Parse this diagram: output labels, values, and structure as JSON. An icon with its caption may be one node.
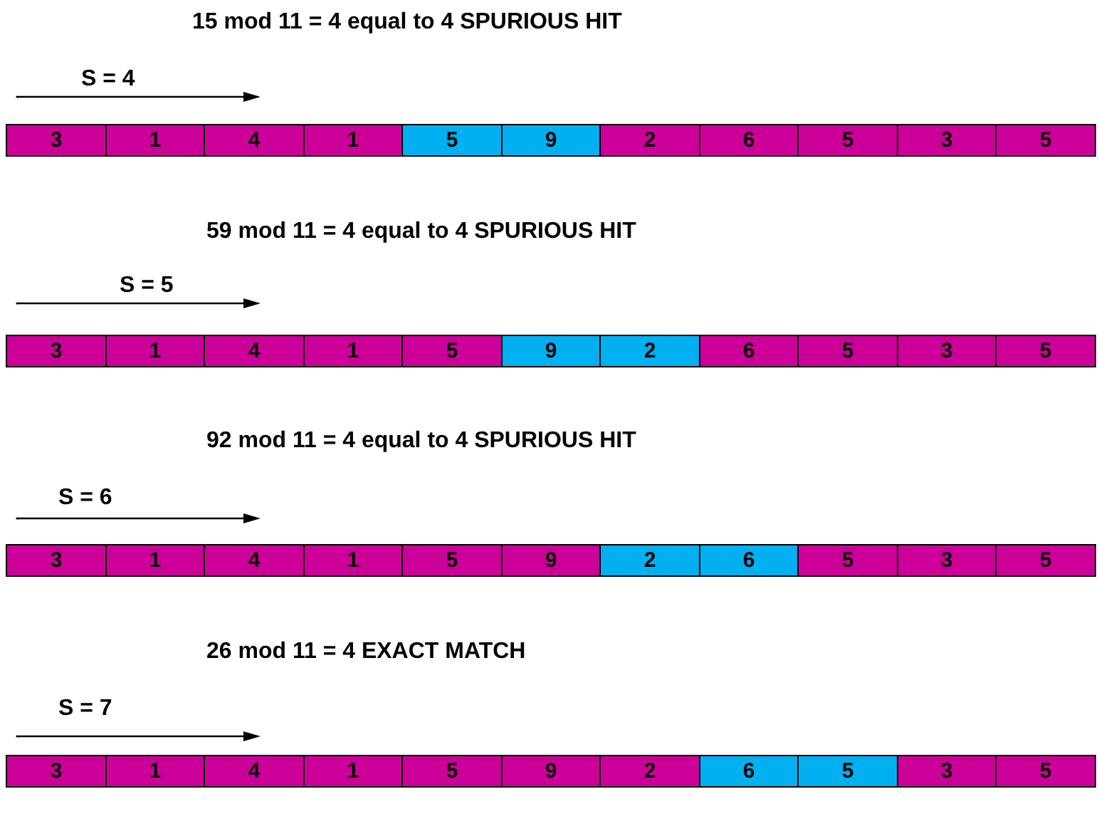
{
  "diagram": {
    "nodes": [
      {
        "text": [
          "3"
        ]
      },
      {
        "text": [
          "1"
        ]
      },
      {
        "text": [
          "4"
        ]
      },
      {
        "text": [
          "1"
        ]
      },
      {
        "text": [],
        "shape": "box"
      },
      {
        "text": [
          "5"
        ],
        "in": 4
      },
      {
        "text": [
          "9"
        ],
        "in": 4
      },
      {
        "text": [
          "2"
        ]
      },
      {
        "text": [
          "6"
        ]
      },
      {
        "text": [
          "5"
        ]
      },
      {
        "text": [
          "3"
        ]
      },
      {
        "text": [
          "5"
        ]
      },
      {
        "text": [
          "3"
        ]
      },
      {
        "text": [
          "1"
        ]
      },
      {
        "text": [
          "4"
        ]
      },
      {
        "text": [
          "1"
        ]
      },
      {
        "text": [
          "5"
        ]
      },
      {
        "text": [],
        "shape": "box"
      },
      {
        "text": [
          "9"
        ],
        "in": 17
      },
      {
        "text": [
          "2"
        ],
        "in": 17
      },
      {
        "text": [
          "6"
        ]
      },
      {
        "text": [
          "5"
        ]
      },
      {
        "text": [
          "3"
        ]
      },
      {
        "text": [
          "5"
        ]
      },
      {
        "text": [
          "3"
        ]
      },
      {
        "text": [
          "1"
        ]
      },
      {
        "text": [
          "4"
        ]
      },
      {
        "text": [
          "1"
        ]
      },
      {
        "text": [
          "5"
        ]
      },
      {
        "text": [
          "9"
        ]
      },
      {
        "text": [],
        "shape": "box"
      },
      {
        "text": [
          "2"
        ],
        "in": 30
      },
      {
        "text": [
          "6"
        ],
        "in": 30
      },
      {
        "text": [
          "5"
        ]
      },
      {
        "text": [
          "3"
        ]
      },
      {
        "text": [
          "5"
        ]
      },
      {
        "text": [
          "3"
        ]
      },
      {
        "text": [
          "1"
        ]
      },
      {
        "text": [
          "4"
        ]
      },
      {
        "text": [
          "1"
        ]
      },
      {
        "text": [
          "5"
        ]
      },
      {
        "text": [
          "9"
        ]
      },
      {
        "text": [
          "2"
        ]
      },
      {
        "text": [],
        "shape": "box"
      },
      {
        "text": [
          "6"
        ],
        "in": 43
      },
      {
        "text": [
          "5"
        ],
        "in": 43
      },
      {
        "text": [
          "3"
        ]
      },
      {
        "text": [
          "5"
        ]
      }
    ],
    "edges": [],
    "labels": [
      "15 mod 11 = 4 equal to 4 SPURIOUS HIT",
      "S = 4",
      "59 mod 11 = 4 equal to 4 SPURIOUS HIT",
      "S = 5",
      "92 mod 11 = 4 equal to 4 SPURIOUS HIT",
      "S = 6",
      "26 mod 11 = 4 EXACT MATCH",
      "S = 7"
    ]
  }
}
